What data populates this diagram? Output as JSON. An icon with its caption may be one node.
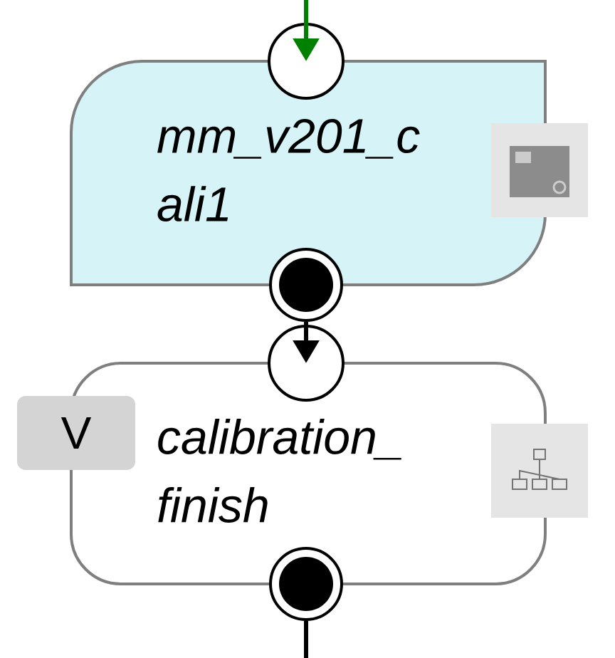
{
  "diagram": {
    "nodes": [
      {
        "text": [],
        "shape": "circle"
      },
      {
        "text": [
          "mm_v201_c ali1"
        ]
      },
      {
        "text": [],
        "shape": "circle"
      },
      {
        "text": [],
        "shape": "circle"
      },
      {
        "text": [
          "V"
        ]
      },
      {
        "text": [
          "calibration_ finish"
        ]
      },
      {
        "text": [],
        "shape": "circle"
      }
    ],
    "edges": [
      {
        "from": null,
        "to": 0,
        "arrow": "to",
        "color": "#008000"
      },
      {
        "from": 2,
        "to": 3,
        "arrow": "to"
      },
      {
        "from": 6,
        "to": null,
        "arrow": "none"
      }
    ]
  }
}
